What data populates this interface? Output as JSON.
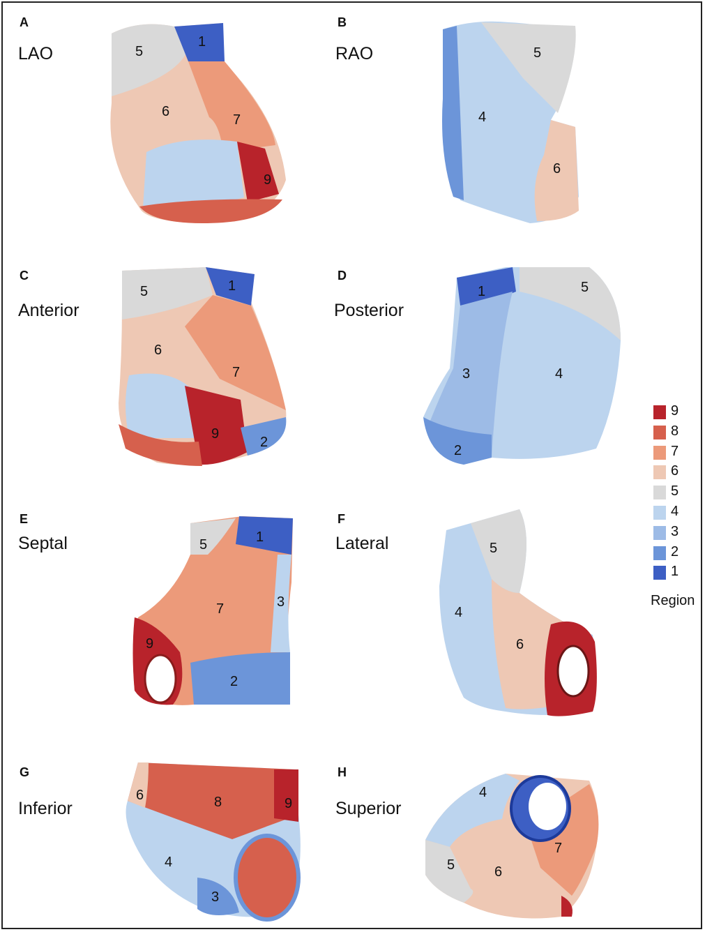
{
  "panels": [
    {
      "letter": "A",
      "view": "LAO",
      "regions": [
        "5",
        "1",
        "6",
        "7",
        "9"
      ]
    },
    {
      "letter": "B",
      "view": "RAO",
      "regions": [
        "5",
        "4",
        "6"
      ]
    },
    {
      "letter": "C",
      "view": "Anterior",
      "regions": [
        "5",
        "1",
        "6",
        "7",
        "9",
        "2"
      ]
    },
    {
      "letter": "D",
      "view": "Posterior",
      "regions": [
        "1",
        "5",
        "3",
        "4",
        "2"
      ]
    },
    {
      "letter": "E",
      "view": "Septal",
      "regions": [
        "5",
        "1",
        "7",
        "3",
        "9",
        "2"
      ]
    },
    {
      "letter": "F",
      "view": "Lateral",
      "regions": [
        "5",
        "4",
        "6"
      ]
    },
    {
      "letter": "G",
      "view": "Inferior",
      "regions": [
        "6",
        "8",
        "9",
        "4",
        "3"
      ]
    },
    {
      "letter": "H",
      "view": "Superior",
      "regions": [
        "4",
        "7",
        "5",
        "6"
      ]
    }
  ],
  "legend": {
    "title": "Region",
    "items": [
      {
        "label": "9",
        "color": "#b8232b"
      },
      {
        "label": "8",
        "color": "#d6604d"
      },
      {
        "label": "7",
        "color": "#ec9a7a"
      },
      {
        "label": "6",
        "color": "#eec8b4"
      },
      {
        "label": "5",
        "color": "#d9d9d9"
      },
      {
        "label": "4",
        "color": "#bcd4ee"
      },
      {
        "label": "3",
        "color": "#9dbbe6"
      },
      {
        "label": "2",
        "color": "#6c95d9"
      },
      {
        "label": "1",
        "color": "#3d5fc4"
      }
    ]
  }
}
